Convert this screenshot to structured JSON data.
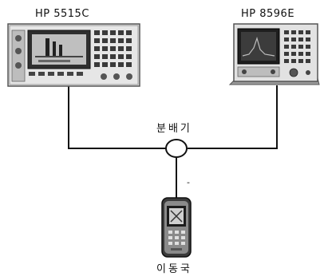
{
  "labels": {
    "left_instrument": "HP 5515C",
    "right_instrument": "HP 8596E",
    "splitter": "분배기",
    "mobile": "이동국",
    "port_mark": "-"
  },
  "icons": {
    "left_instrument": "test-set-instrument-icon",
    "right_instrument": "spectrum-analyzer-icon",
    "splitter": "splitter-circle-icon",
    "mobile": "mobile-phone-icon"
  },
  "colors": {
    "line": "#111111",
    "device_dark": "#2a2a2a",
    "device_mid": "#7a7a7a",
    "device_light": "#d0d0d0",
    "background": "#ffffff"
  }
}
